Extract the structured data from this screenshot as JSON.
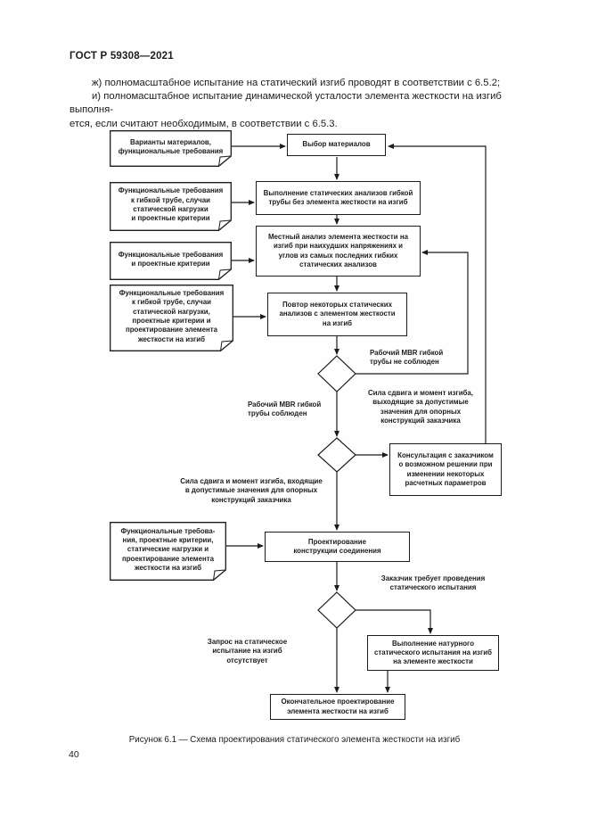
{
  "doc": {
    "header": "ГОСТ Р 59308—2021",
    "body_lines": [
      "ж) полномасштабное испытание на статический изгиб проводят в соответствии с 6.5.2;",
      "и) полномасштабное испытание динамической усталости элемента жесткости на изгиб выполня-",
      "ется, если считают необходимым, в соответствии с 6.5.3."
    ],
    "caption": "Рисунок 6.1 — Схема проектирования статического элемента жесткости на изгиб",
    "page_number": "40"
  },
  "flow": {
    "notes": {
      "variants": "Варианты материалов,\nфункциональные требования",
      "func_pipe_criteria": "Функциональные требования\nк гибкой трубе, случаи\nстатической нагрузки\nи проектные критерии",
      "func_criteria": "Функциональные требования\nи проектные критерии",
      "func_pipe_design": "Функциональные требования\nк гибкой трубе, случаи\nстатической нагрузки,\nпроектные критерии и\nпроектирование элемента\nжесткости на изгиб",
      "func_static_design": "Функциональные требова-\nния, проектные критерии,\nстатические нагрузки и\nпроектирование элемента\nжесткости на изгиб"
    },
    "boxes": {
      "select": "Выбор материалов",
      "static_analysis": "Выполнение статических анализов гибкой\nтрубы без элемента жесткости на изгиб",
      "local_analysis": "Местный анализ элемента жесткости на\nизгиб при наихудших напряжениях и\nуглов из самых последних гибких\nстатических анализов",
      "repeat_analysis": "Повтор некоторых статических\nанализов с элементом жесткости\nна изгиб",
      "consult": "Консультация с заказчиком\nо возможном решении при\nизменении некоторых\nрасчетных параметров",
      "joint_design": "Проектирование\nконструкции соединения",
      "natural_test": "Выполнение натурного\nстатического испытания на изгиб\nна элементе жесткости",
      "final_design": "Окончательное проектирование\nэлемента жесткости на изгиб"
    },
    "labels": {
      "mbr_not_met": "Рабочий MBR гибкой\nтрубы не соблюден",
      "mbr_met": "Рабочий MBR гибкой\nтрубы соблюден",
      "loads_exceeding": "Сила сдвига и момент изгиба,\nвыходящие за допустимые\nзначения для опорных\nконструкций заказчика",
      "loads_within": "Сила сдвига и момент изгиба, входящие\nв допустимые значения для опорных\nконструкций заказчика",
      "client_test": "Заказчик требует проведения\nстатического испытания",
      "no_request": "Запрос на статическое\nиспытание на изгиб\nотсутствует"
    },
    "colors": {
      "ink": "#1c1c1c",
      "paper": "#ffffff"
    }
  }
}
